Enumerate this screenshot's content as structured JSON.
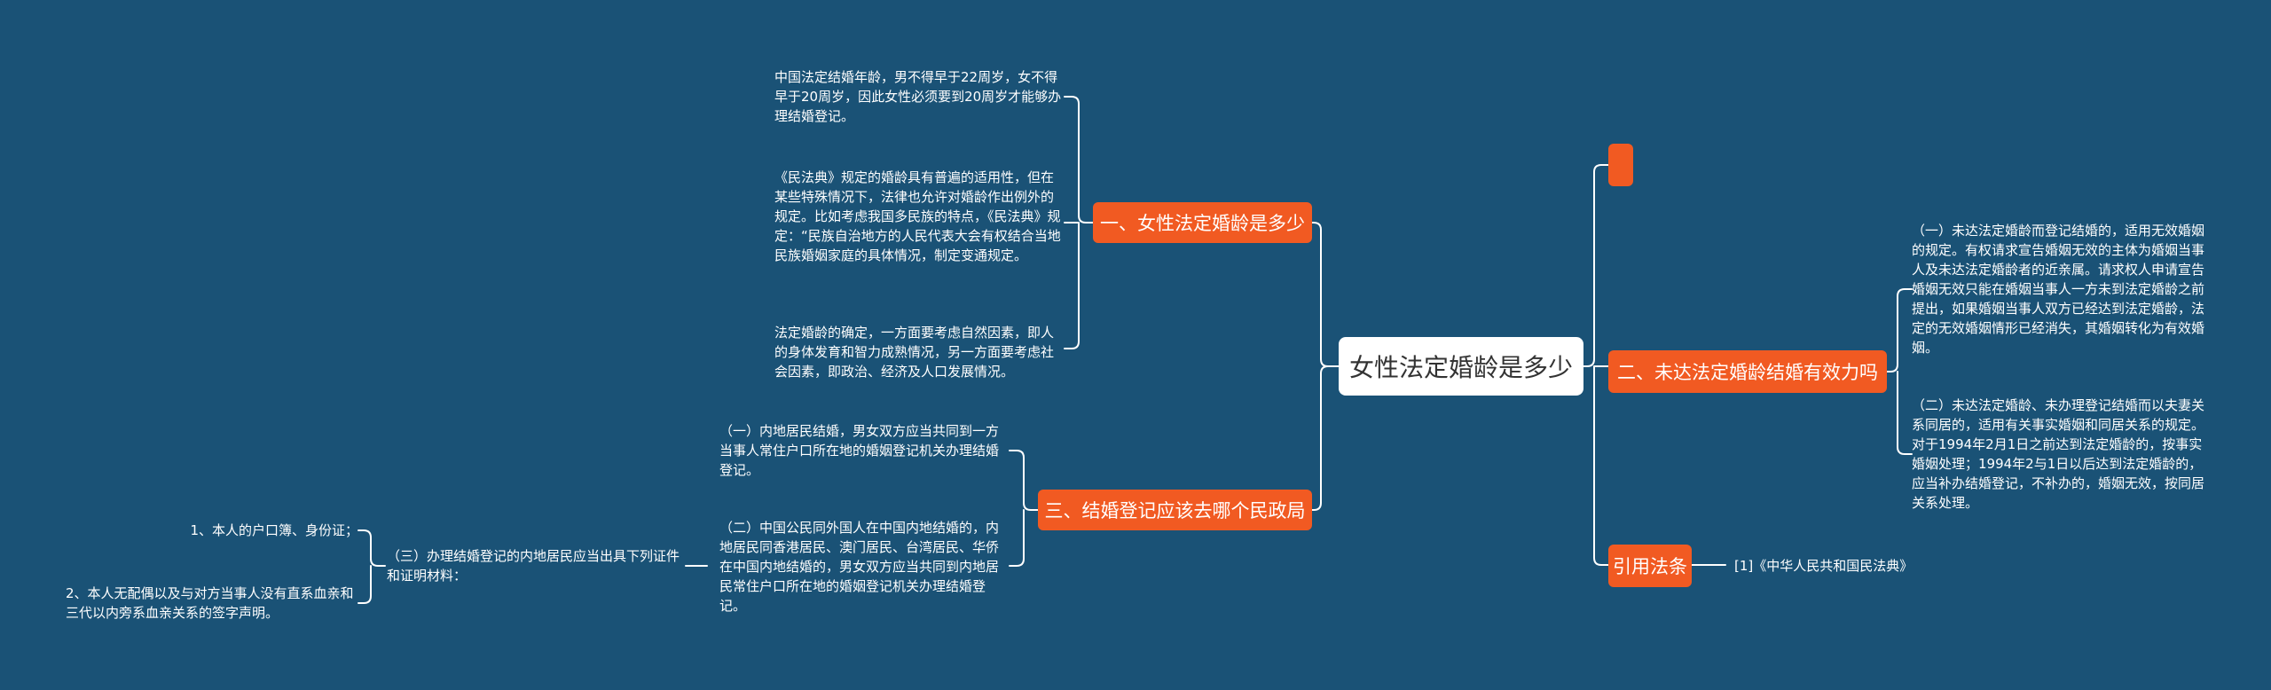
{
  "root": {
    "label": "女性法定婚龄是多少"
  },
  "left": [
    {
      "label": "一、女性法定婚龄是多少",
      "children": [
        "中国法定结婚年龄，男不得早于22周岁，女不得早于20周岁，因此女性必须要到20周岁才能够办理结婚登记。",
        "《民法典》规定的婚龄具有普遍的适用性，但在某些特殊情况下，法律也允许对婚龄作出例外的规定。比如考虑我国多民族的特点，《民法典》规定：“民族自治地方的人民代表大会有权结合当地民族婚姻家庭的具体情况，制定变通规定。",
        "法定婚龄的确定，一方面要考虑自然因素，即人的身体发育和智力成熟情况，另一方面要考虑社会因素，即政治、经济及人口发展情况。"
      ]
    },
    {
      "label": "三、结婚登记应该去哪个民政局",
      "children": [
        "（一）内地居民结婚，男女双方应当共同到一方当事人常住户口所在地的婚姻登记机关办理结婚登记。",
        "（二）中国公民同外国人在中国内地结婚的，内地居民同香港居民、澳门居民、台湾居民、华侨在中国内地结婚的，男女双方应当共同到内地居民常住户口所在地的婚姻登记机关办理结婚登记。",
        "（三）办理结婚登记的内地居民应当出具下列证件和证明材料："
      ],
      "sub": [
        "1、本人的户口簿、身份证；",
        "2、本人无配偶以及与对方当事人没有直系血亲和三代以内旁系血亲关系的签字声明。"
      ]
    }
  ],
  "right": [
    {
      "label": ""
    },
    {
      "label": "二、未达法定婚龄结婚有效力吗",
      "children": [
        "（一）未达法定婚龄而登记结婚的，适用无效婚姻的规定。有权请求宣告婚姻无效的主体为婚姻当事人及未达法定婚龄者的近亲属。请求权人申请宣告婚姻无效只能在婚姻当事人一方未到法定婚龄之前提出，如果婚姻当事人双方已经达到法定婚龄，法定的无效婚姻情形已经消失，其婚姻转化为有效婚姻。",
        "（二）未达法定婚龄、未办理登记结婚而以夫妻关系同居的，适用有关事实婚姻和同居关系的规定。对于1994年2月1日之前达到法定婚龄的，按事实婚姻处理；1994年2与1日以后达到法定婚龄的，应当补办结婚登记，不补办的，婚姻无效，按同居关系处理。"
      ]
    },
    {
      "label": "引用法条",
      "children": [
        "[1]《中华人民共和国民法典》"
      ]
    }
  ],
  "colors": {
    "background": "#1a5276",
    "topic": "#f15a22",
    "line": "#ffffff",
    "root_bg": "#ffffff"
  }
}
